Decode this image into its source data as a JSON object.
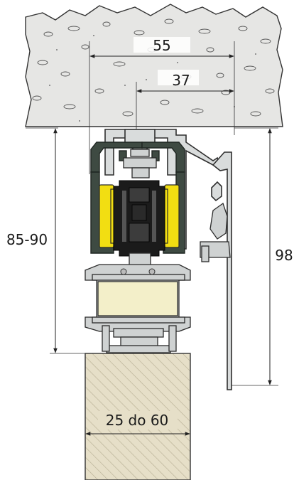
{
  "dimensions": {
    "d55": "55",
    "d37": "37",
    "d85_90": "85-90",
    "d98": "98",
    "d25_60": "25 do 60"
  },
  "colors": {
    "concrete": "#e6e6e4",
    "rail": "#d9dcdc",
    "rail_dark": "#3e4a42",
    "wheel_yellow": "#f2de12",
    "wood": "#e6dfc8",
    "hatch": "#b5ad92"
  }
}
